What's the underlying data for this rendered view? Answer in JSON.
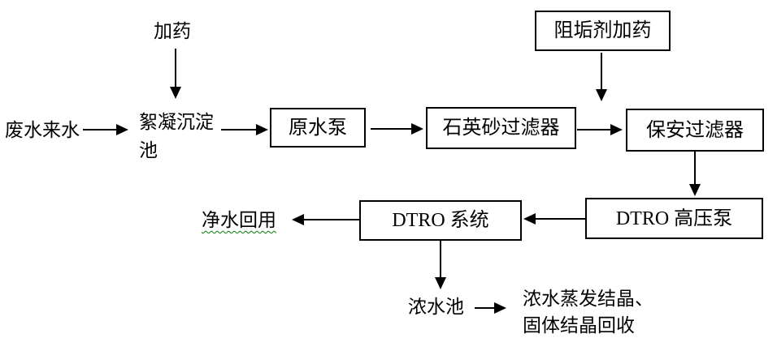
{
  "diagram": {
    "title_implied": "废水处理 DTRO 工艺流程图",
    "nodes": {
      "dosing": "加药",
      "antiscalant_dosing": "阻垢剂加药",
      "influent": "废水来水",
      "floc_tank": "絮凝沉淀池",
      "raw_pump": "原水泵",
      "sand_filter": "石英砂过滤器",
      "guard_filter": "保安过滤器",
      "dtro_pump": "DTRO 高压泵",
      "dtro_system": "DTRO 系统",
      "clean_water_reuse": "净水回用",
      "conc_tank": "浓水池",
      "evap_line1": "浓水蒸发结晶、",
      "evap_line2": "固体结晶回收"
    },
    "edges": [
      {
        "from": "加药",
        "to": "絮凝沉淀池",
        "direction": "down"
      },
      {
        "from": "废水来水",
        "to": "絮凝沉淀池",
        "direction": "right"
      },
      {
        "from": "絮凝沉淀池",
        "to": "原水泵",
        "direction": "right"
      },
      {
        "from": "原水泵",
        "to": "石英砂过滤器",
        "direction": "right"
      },
      {
        "from": "石英砂过滤器",
        "to": "保安过滤器",
        "direction": "right"
      },
      {
        "from": "阻垢剂加药",
        "to": "石英砂过滤器→保安过滤器管线",
        "direction": "down"
      },
      {
        "from": "保安过滤器",
        "to": "DTRO 高压泵",
        "direction": "down"
      },
      {
        "from": "DTRO 高压泵",
        "to": "DTRO 系统",
        "direction": "left"
      },
      {
        "from": "DTRO 系统",
        "to": "净水回用",
        "direction": "left"
      },
      {
        "from": "DTRO 系统",
        "to": "浓水池",
        "direction": "down"
      },
      {
        "from": "浓水池",
        "to": "浓水蒸发结晶、固体结晶回收",
        "direction": "right"
      }
    ],
    "colors": {
      "line": "#000000",
      "text": "#000000",
      "background": "#ffffff",
      "grammar_underline": "#008000"
    }
  }
}
